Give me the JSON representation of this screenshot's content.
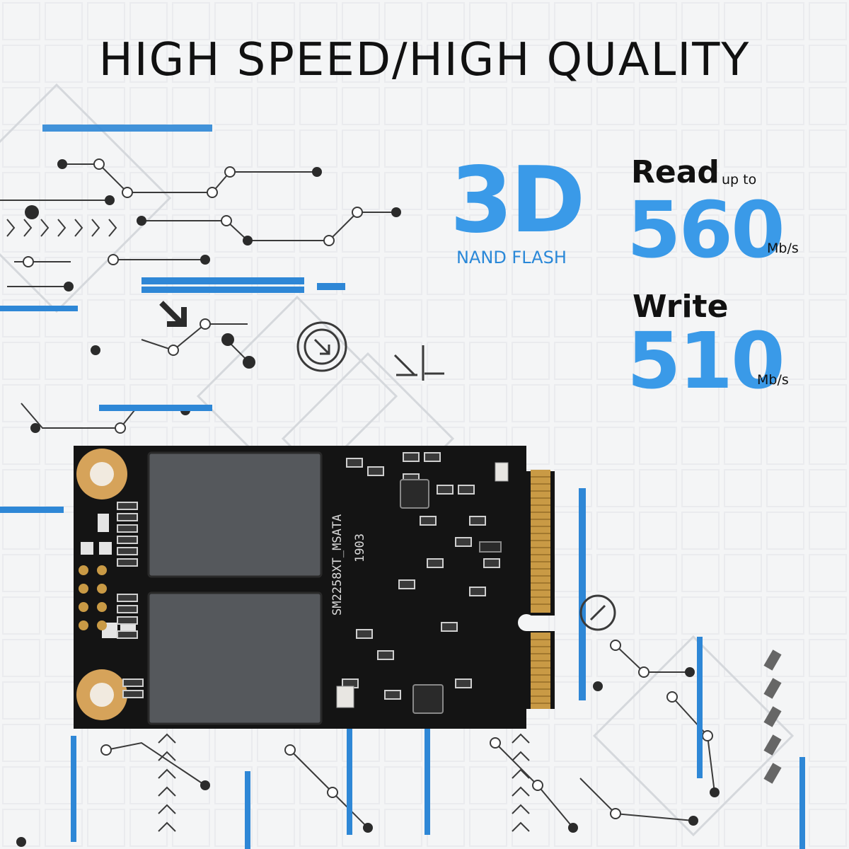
{
  "headline": "HIGH SPEED/HIGH QUALITY",
  "badge": {
    "main": "3D",
    "sub": "NAND FLASH"
  },
  "read": {
    "label": "Read",
    "qualifier": "up to",
    "value": "560",
    "unit": "Mb/s"
  },
  "write": {
    "label": "Write",
    "value": "510",
    "unit": "Mb/s"
  },
  "board": {
    "controller_text": "SM2258XT_MSATA",
    "code_text": "1903"
  },
  "colors": {
    "accent": "#3a9ae8",
    "text": "#111111",
    "pcb": "#141414",
    "gold": "#d6a35a"
  }
}
